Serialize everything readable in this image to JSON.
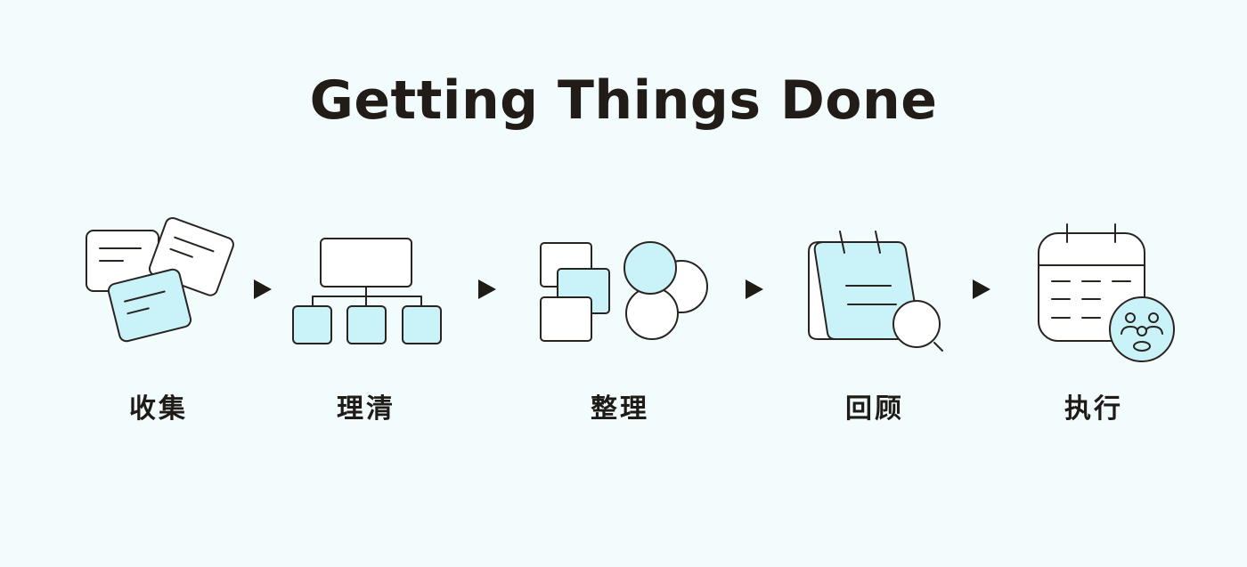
{
  "title": "Getting Things Done",
  "colors": {
    "background": "#f2fcfd",
    "accent_fill": "#c9f3f8",
    "ink": "#1f1b16"
  },
  "stages": [
    {
      "label": "收集",
      "icon": "stacked-notes-icon"
    },
    {
      "label": "理清",
      "icon": "hierarchy-tree-icon"
    },
    {
      "label": "整理",
      "icon": "sorted-shapes-icon"
    },
    {
      "label": "回顾",
      "icon": "notepad-magnifier-icon"
    },
    {
      "label": "执行",
      "icon": "calendar-team-icon"
    }
  ]
}
